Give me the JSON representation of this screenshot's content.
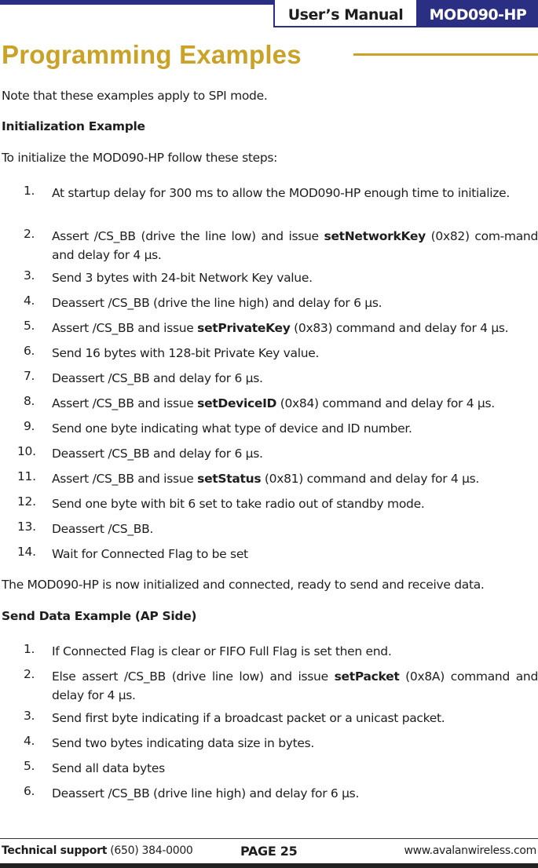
{
  "header": {
    "manual_label": "User’s Manual",
    "model_label": "MOD090-HP",
    "colors": {
      "navy": "#2b2f84",
      "gold": "#c9a227"
    }
  },
  "page_title": "Programming Examples",
  "intro": "Note that these examples apply to SPI mode.",
  "init_section": {
    "heading": "Initialization Example",
    "lead": "To initialize the MOD090-HP follow these steps:",
    "steps": [
      {
        "num": "1.",
        "pre": "At startup delay for 300 ms to allow the MOD090-HP enough time to initialize.",
        "cmd": "",
        "post": ""
      },
      {
        "num": "2.",
        "pre": "Assert /CS_BB (drive the line low) and issue ",
        "cmd": "setNetworkKey",
        "post": " (0x82) com-mand and delay for 4 µs."
      },
      {
        "num": "3.",
        "pre": "Send 3 bytes with 24-bit Network Key value.",
        "cmd": "",
        "post": ""
      },
      {
        "num": "4.",
        "pre": "Deassert /CS_BB (drive the line high) and delay for 6 µs.",
        "cmd": "",
        "post": ""
      },
      {
        "num": "5.",
        "pre": "Assert /CS_BB and issue ",
        "cmd": "setPrivateKey",
        "post": " (0x83) command and delay for 4 µs."
      },
      {
        "num": "6.",
        "pre": "Send 16 bytes with 128-bit Private Key value.",
        "cmd": "",
        "post": ""
      },
      {
        "num": "7.",
        "pre": "Deassert /CS_BB and delay for 6 µs.",
        "cmd": "",
        "post": ""
      },
      {
        "num": "8.",
        "pre": "Assert /CS_BB and issue ",
        "cmd": "setDeviceID",
        "post": " (0x84) command and delay for 4 µs."
      },
      {
        "num": "9.",
        "pre": "Send one byte indicating what type of device and ID number.",
        "cmd": "",
        "post": ""
      },
      {
        "num": "10.",
        "pre": "Deassert /CS_BB and delay for 6 µs.",
        "cmd": "",
        "post": ""
      },
      {
        "num": "11.",
        "pre": "Assert /CS_BB and issue ",
        "cmd": "setStatus",
        "post": " (0x81) command and delay for 4 µs."
      },
      {
        "num": "12.",
        "pre": "Send one byte with bit 6 set to take radio out of standby mode.",
        "cmd": "",
        "post": ""
      },
      {
        "num": "13.",
        "pre": "Deassert /CS_BB.",
        "cmd": "",
        "post": ""
      },
      {
        "num": "14.",
        "pre": "Wait for Connected Flag to be set",
        "cmd": "",
        "post": ""
      }
    ],
    "conclusion": "The MOD090-HP is now initialized and connected, ready to send and receive data."
  },
  "send_section": {
    "heading": "Send Data Example (AP Side)",
    "steps": [
      {
        "num": "1.",
        "pre": "If Connected Flag is clear or FIFO Full Flag is set then end.",
        "cmd": "",
        "post": ""
      },
      {
        "num": "2.",
        "pre": "Else assert /CS_BB (drive line low) and issue ",
        "cmd": "setPacket",
        "post": " (0x8A) command and delay for 4 µs."
      },
      {
        "num": "3.",
        "pre": "Send ﬁrst byte indicating if a broadcast packet or a unicast packet.",
        "cmd": "",
        "post": ""
      },
      {
        "num": "4.",
        "pre": "Send two bytes indicating data size in bytes.",
        "cmd": "",
        "post": ""
      },
      {
        "num": "5.",
        "pre": "Send all data bytes",
        "cmd": "",
        "post": ""
      },
      {
        "num": "6.",
        "pre": "Deassert /CS_BB (drive line high) and delay for 6 µs.",
        "cmd": "",
        "post": ""
      }
    ]
  },
  "footer": {
    "support_label": "Technical support",
    "support_phone": " (650) 384-0000",
    "page_label": "PAGE 25",
    "website": "www.avalanwireless.com"
  }
}
